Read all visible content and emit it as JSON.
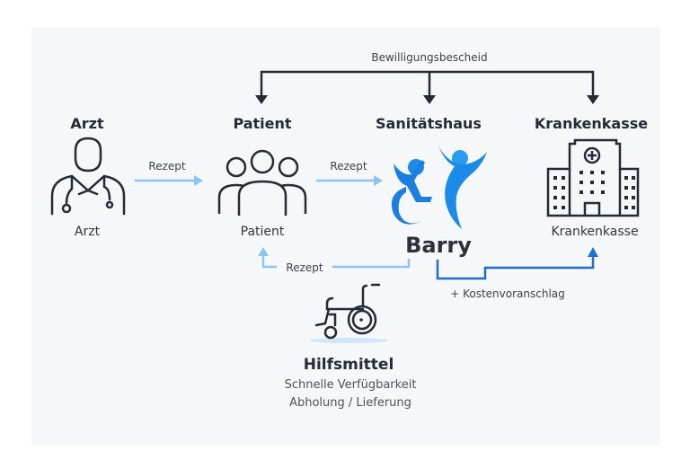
{
  "top_flow": {
    "label": "Bewilligungsbescheid"
  },
  "nodes": [
    {
      "heading": "Arzt",
      "label": "Arzt",
      "icon": "doctor-icon"
    },
    {
      "heading": "Patient",
      "label": "Patient",
      "icon": "patients-group-icon"
    },
    {
      "heading": "Sanitätshaus",
      "label": "Barry",
      "icon": "barry-logo"
    },
    {
      "heading": "Krankenkasse",
      "label": "Krankenkasse",
      "icon": "hospital-building-icon"
    }
  ],
  "arrows": {
    "arzt_to_patient": "Rezept",
    "patient_to_sanitaetshaus": "Rezept",
    "sanitaetshaus_to_patient": "Rezept",
    "sanitaetshaus_to_krankenkasse": "+ Kostenvoranschlag"
  },
  "hilfsmittel": {
    "title": "Hilfsmittel",
    "lines": [
      "Schnelle Verfügbarkeit",
      "Abholung / Lieferung"
    ],
    "icon": "wheelchair-icon"
  },
  "colors": {
    "dark": "#232b36",
    "light_blue": "#8cc4f2",
    "blue": "#1e6fd0",
    "logo_blue": "#1a8be8"
  }
}
